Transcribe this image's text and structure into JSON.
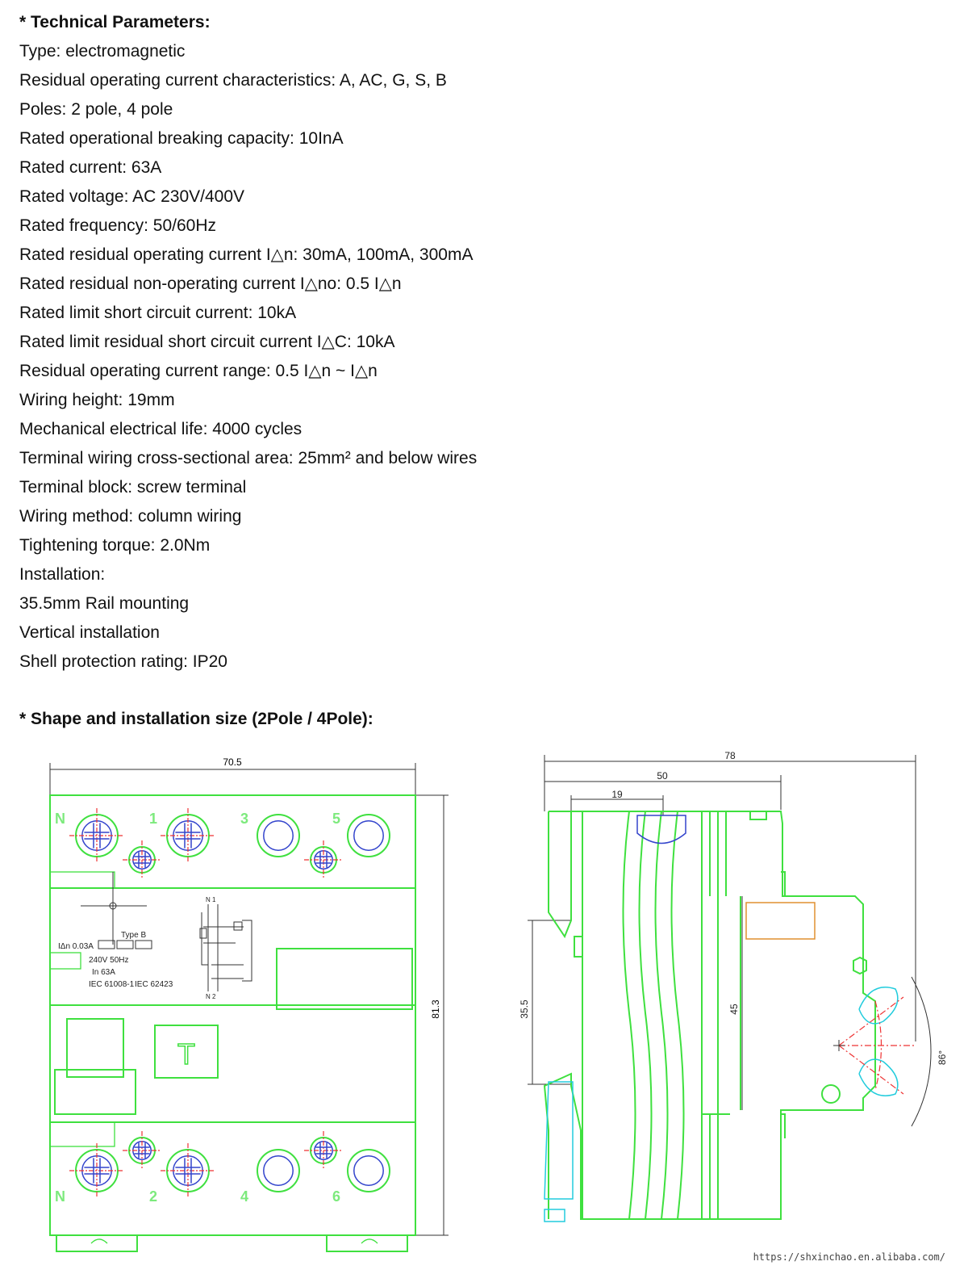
{
  "section1_title": "* Technical Parameters:",
  "params": [
    "Type: electromagnetic",
    "Residual operating current characteristics: A, AC, G, S, B",
    "Poles: 2 pole, 4 pole",
    "Rated operational breaking capacity: 10InA",
    "Rated current: 63A",
    "Rated voltage: AC 230V/400V",
    "Rated frequency: 50/60Hz",
    "Rated residual operating current I△n: 30mA, 100mA, 300mA",
    "Rated residual non-operating current I△no: 0.5 I△n",
    "Rated limit short circuit current: 10kA",
    "Rated limit residual short circuit current I△C: 10kA",
    "Residual operating current range: 0.5 I△n ~ I△n",
    "Wiring height: 19mm",
    "Mechanical electrical life: 4000 cycles",
    "Terminal wiring cross-sectional area: 25mm² and below wires",
    "Terminal block: screw terminal",
    "Wiring method: column wiring",
    "Tightening torque: 2.0Nm",
    "Installation:",
    "35.5mm Rail mounting",
    "Vertical installation",
    "Shell protection rating: IP20"
  ],
  "section2_title": "* Shape and installation size (2Pole / 4Pole):",
  "front_view": {
    "dim_width": "70.5",
    "dim_height": "81.3",
    "top_terminals": [
      "N",
      "1",
      "3",
      "5"
    ],
    "bottom_terminals": [
      "N",
      "2",
      "4",
      "6"
    ],
    "label_type": "Type B",
    "label_current": "IΔn 0.03A",
    "label_voltage": "240V 50Hz",
    "label_rated": "In 63A",
    "label_std1": "IEC 61008-1",
    "label_std2": "IEC 62423",
    "test_button": "T",
    "schematic_top": "N 1",
    "schematic_bottom": "N 2"
  },
  "side_view": {
    "dim_total": "78",
    "dim_50": "50",
    "dim_19": "19",
    "dim_rail": "35.5",
    "dim_45": "45",
    "dim_angle": "86°"
  },
  "watermark_url": "https://shxinchao.en.alibaba.com/",
  "colors": {
    "drawing": "#3fe03f",
    "dimension": "#333333",
    "centerline": "#ee3333"
  }
}
